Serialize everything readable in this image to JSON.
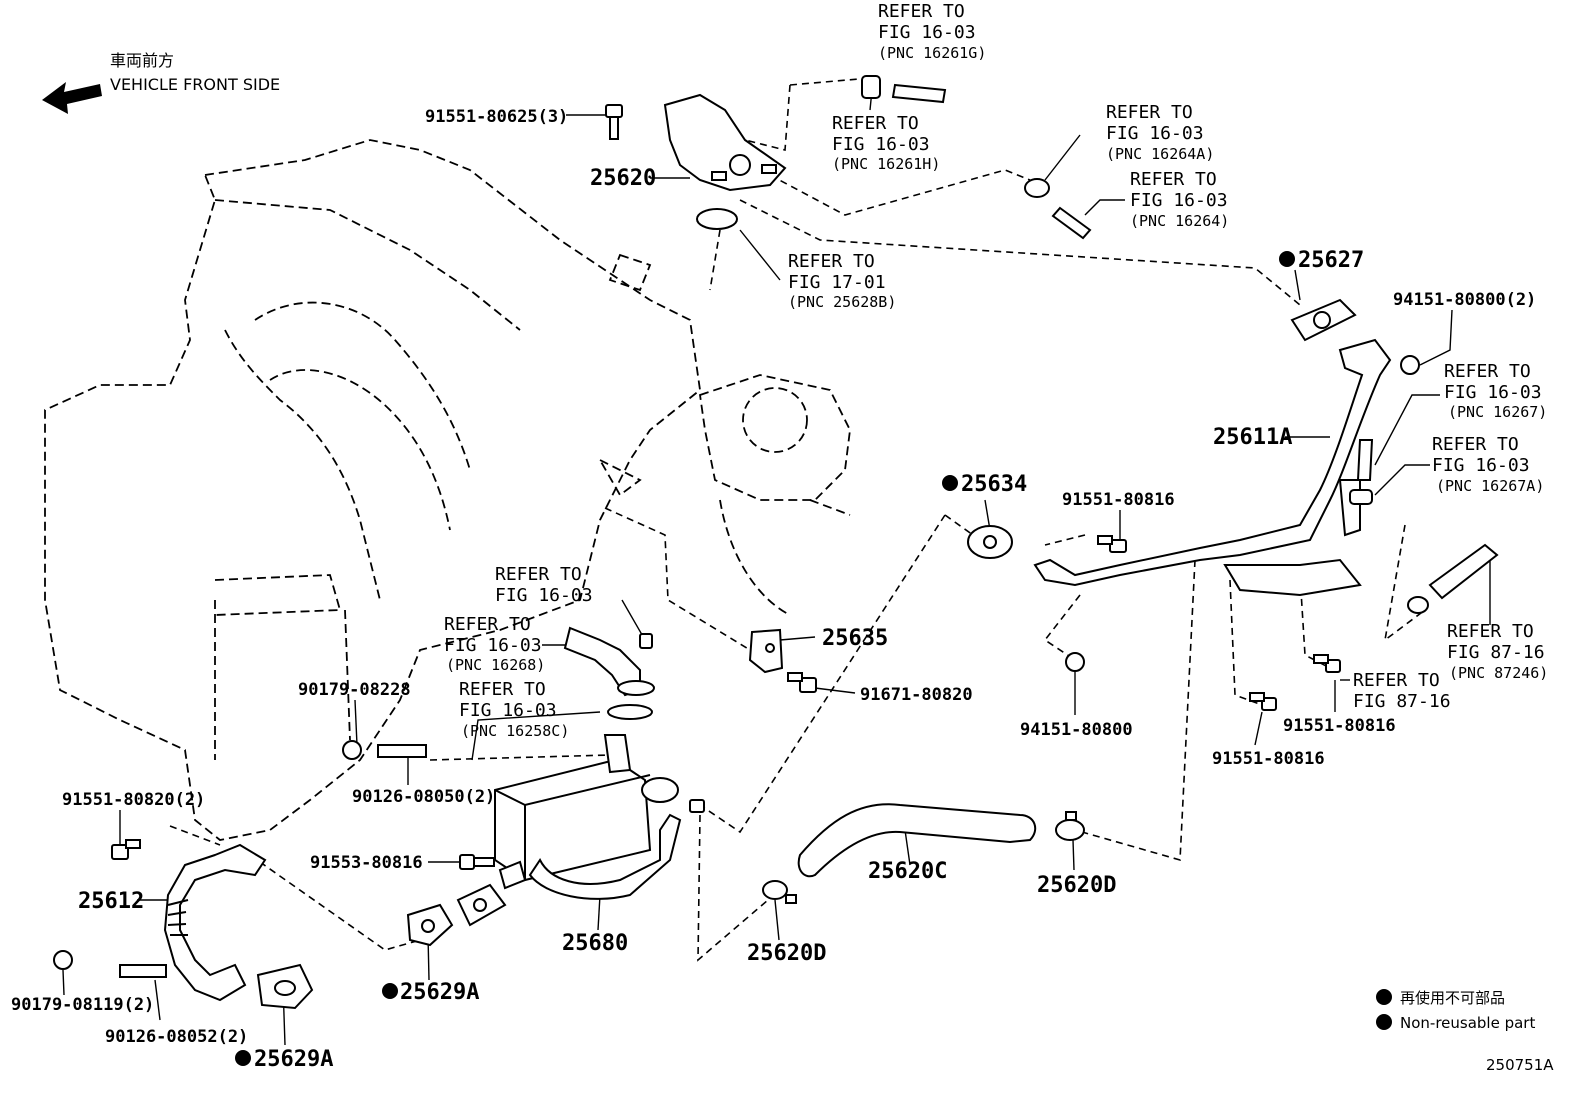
{
  "header": {
    "front_jp": "車両前方",
    "front_en": "VEHICLE FRONT SIDE"
  },
  "parts": {
    "p25620": "25620",
    "p25627": "25627",
    "p25611A": "25611A",
    "p25634": "25634",
    "p25635": "25635",
    "p25620C": "25620C",
    "p25620D_right": "25620D",
    "p25620D_left": "25620D",
    "p25612": "25612",
    "p25680": "25680",
    "p25629A_mid": "25629A",
    "p25629A_bottom": "25629A",
    "b91551_80625": "91551-80625(3)",
    "b94151_80800_2": "94151-80800(2)",
    "b91551_80816_top": "91551-80816",
    "b94151_80800": "94151-80800",
    "b91551_80816_right": "91551-80816",
    "b91551_80816_bottom": "91551-80816",
    "b91671_80820": "91671-80820",
    "b90179_08228": "90179-08228",
    "b90126_08050": "90126-08050(2)",
    "b91551_80820": "91551-80820(2)",
    "b91553_80816": "91553-80816",
    "b90179_08119": "90179-08119(2)",
    "b90126_08052": "90126-08052(2)"
  },
  "refs": {
    "r16261G": {
      "l1": "REFER TO",
      "l2": "FIG 16-03",
      "l3": "(PNC 16261G)"
    },
    "r16261H": {
      "l1": "REFER TO",
      "l2": "FIG 16-03",
      "l3": "(PNC 16261H)"
    },
    "r16264A": {
      "l1": "REFER TO",
      "l2": "FIG 16-03",
      "l3": "(PNC 16264A)"
    },
    "r16264": {
      "l1": "REFER TO",
      "l2": "FIG 16-03",
      "l3": "(PNC 16264)"
    },
    "r25628B": {
      "l1": "REFER TO",
      "l2": "FIG 17-01",
      "l3": "(PNC 25628B)"
    },
    "r16267": {
      "l1": "REFER TO",
      "l2": "FIG 16-03",
      "l3": "(PNC 16267)"
    },
    "r16267A": {
      "l1": "REFER TO",
      "l2": "FIG 16-03",
      "l3": "(PNC 16267A)"
    },
    "rFig1603": {
      "l1": "REFER TO",
      "l2": "FIG 16-03"
    },
    "r16268": {
      "l1": "REFER TO",
      "l2": "FIG 16-03",
      "l3": "(PNC 16268)"
    },
    "r16258C": {
      "l1": "REFER TO",
      "l2": "FIG 16-03",
      "l3": "(PNC 16258C)"
    },
    "r87246": {
      "l1": "REFER TO",
      "l2": "FIG 87-16",
      "l3": "(PNC 87246)"
    },
    "rFig8716": {
      "l1": "REFER TO",
      "l2": "FIG 87-16"
    }
  },
  "legend": {
    "jp": "再使用不可部品",
    "en": "Non-reusable part"
  },
  "figure_id": "250751A"
}
